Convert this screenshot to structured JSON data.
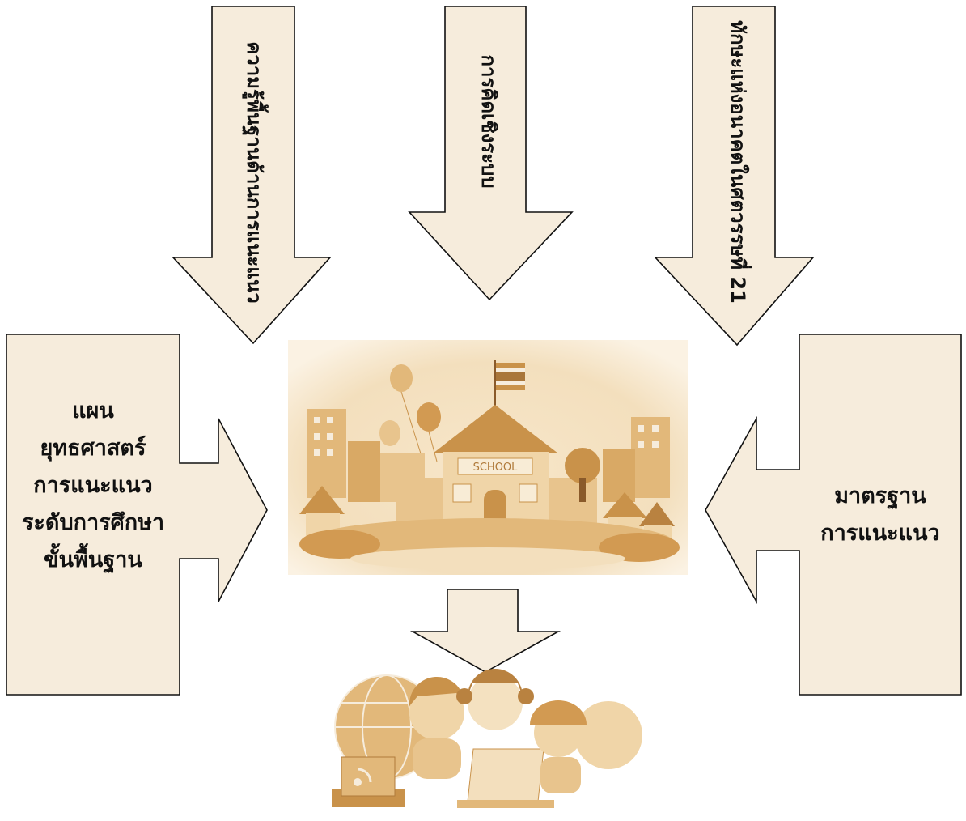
{
  "colors": {
    "fill": "#f6ecdc",
    "stroke": "#111111",
    "illustration_light": "#f3dfbd",
    "illustration_mid": "#e2b87a",
    "illustration_dark": "#c9924a"
  },
  "arrows": {
    "top_left": {
      "label": "ความรู้พื้นฐานด้านการแนะแนว",
      "direction": "down"
    },
    "top_center": {
      "label": "การคิดเชิงระบบ",
      "direction": "down"
    },
    "top_right": {
      "label": "ทักษะแห่งอนาคตในศตวรรษที่ 21",
      "direction": "down"
    },
    "left": {
      "lines": [
        "แผน",
        "ยุทธศาสตร์",
        "การแนะแนว",
        "ระดับการศึกษา",
        "ขั้นพื้นฐาน"
      ],
      "direction": "right"
    },
    "right": {
      "lines": [
        "มาตรฐาน",
        "การแนะแนว"
      ],
      "direction": "left"
    },
    "bottom": {
      "direction": "down"
    }
  },
  "illustrations": {
    "school": {
      "icon": "school-illustration",
      "sign_text": "SCHOOL"
    },
    "students": {
      "icon": "students-computer-illustration"
    }
  }
}
